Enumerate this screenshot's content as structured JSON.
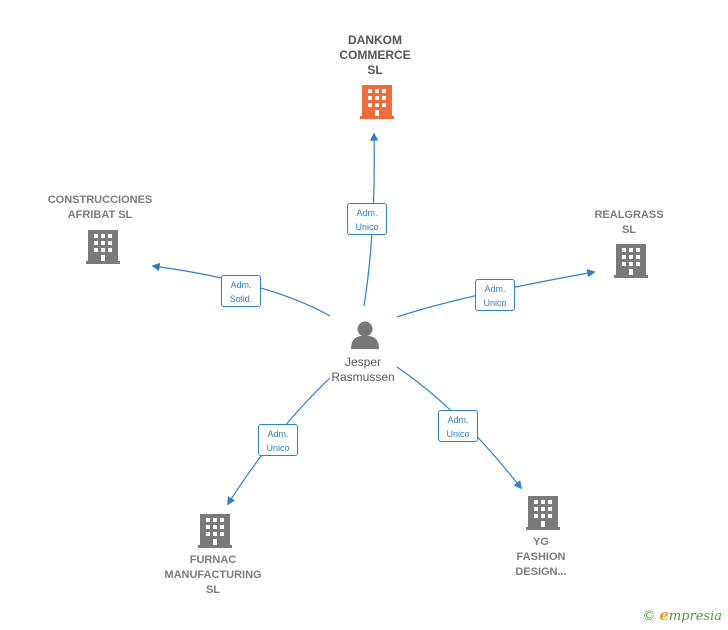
{
  "center": {
    "label_line1": "Jesper",
    "label_line2": "Rasmussen",
    "icon": "person-icon"
  },
  "nodes": [
    {
      "id": "dankom",
      "lines": [
        "DANKOM",
        "COMMERCE",
        "SL"
      ],
      "highlight": true,
      "icon": "building-icon"
    },
    {
      "id": "construcciones",
      "lines": [
        "CONSTRUCCIONES",
        "AFRIBAT SL"
      ],
      "highlight": false,
      "icon": "building-icon"
    },
    {
      "id": "realgrass",
      "lines": [
        "REALGRASS",
        "SL"
      ],
      "highlight": false,
      "icon": "building-icon"
    },
    {
      "id": "furnac",
      "lines": [
        "FURNAC",
        "MANUFACTURING",
        "SL"
      ],
      "highlight": false,
      "icon": "building-icon"
    },
    {
      "id": "yg",
      "lines": [
        "YG",
        "FASHION",
        "DESIGN..."
      ],
      "highlight": false,
      "icon": "building-icon"
    }
  ],
  "edges": [
    {
      "to": "dankom",
      "line1": "Adm.",
      "line2": "Unico"
    },
    {
      "to": "construcciones",
      "line1": "Adm.",
      "line2": "Solid."
    },
    {
      "to": "realgrass",
      "line1": "Adm.",
      "line2": "Unico"
    },
    {
      "to": "furnac",
      "line1": "Adm.",
      "line2": "Unico"
    },
    {
      "to": "yg",
      "line1": "Adm.",
      "line2": "Unico"
    }
  ],
  "colors": {
    "edge": "#2f80c8",
    "building": "#7a7a7a",
    "highlight": "#f26b3a",
    "person": "#777777"
  },
  "brand": {
    "copyright": "©",
    "e": "e",
    "rest": "mpresia"
  }
}
